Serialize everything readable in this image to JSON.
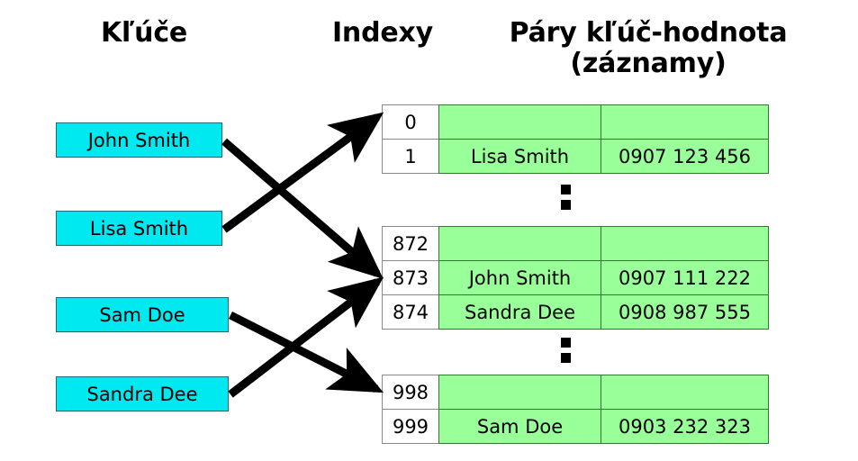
{
  "headings": {
    "keys": "Kľúče",
    "indexes": "Indexy",
    "pairs_line1": "Páry kľúč-hodnota",
    "pairs_line2": "(záznamy)"
  },
  "colors": {
    "key_box_fill": "#00e8f0",
    "key_box_border": "#1a6e74",
    "record_fill": "#99ff99",
    "record_border": "#2f7a2f",
    "index_fill": "#ffffff",
    "index_border": "#8a8a8a",
    "arrow": "#000000",
    "text": "#000000"
  },
  "keys": [
    {
      "label": "John Smith"
    },
    {
      "label": "Lisa Smith"
    },
    {
      "label": "Sam Doe"
    },
    {
      "label": "Sandra Dee"
    }
  ],
  "table_blocks": [
    {
      "rows": [
        {
          "index": "0",
          "name": "",
          "value": ""
        },
        {
          "index": "1",
          "name": "Lisa Smith",
          "value": "0907 123 456"
        }
      ]
    },
    {
      "rows": [
        {
          "index": "872",
          "name": "",
          "value": ""
        },
        {
          "index": "873",
          "name": "John Smith",
          "value": "0907 111 222"
        },
        {
          "index": "874",
          "name": "Sandra Dee",
          "value": "0908 987 555"
        }
      ]
    },
    {
      "rows": [
        {
          "index": "998",
          "name": "",
          "value": ""
        },
        {
          "index": "999",
          "name": "Sam Doe",
          "value": "0903 232 323"
        }
      ]
    }
  ],
  "ellipses": [
    {
      "label": "vertical-ellipsis"
    },
    {
      "label": "vertical-ellipsis"
    }
  ],
  "arrows": [
    {
      "from": "John Smith",
      "to": "873"
    },
    {
      "from": "Lisa Smith",
      "to": "1"
    },
    {
      "from": "Sam Doe",
      "to": "998"
    },
    {
      "from": "Sandra Dee",
      "to": "873"
    }
  ]
}
